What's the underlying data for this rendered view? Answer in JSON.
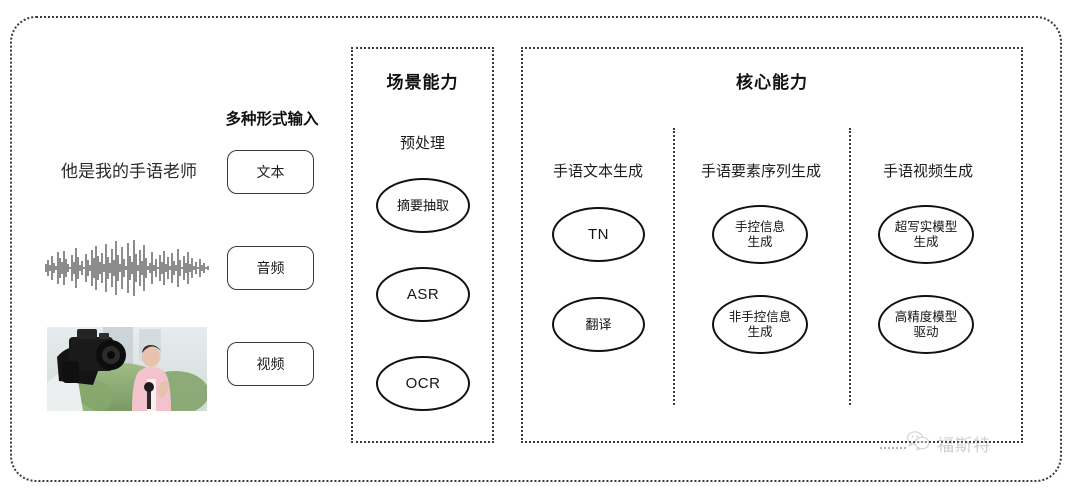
{
  "diagram": {
    "title_hidden": "",
    "input_section": {
      "heading": "多种形式输入",
      "sample_text": "他是我的手语老师",
      "modalities": [
        {
          "label": "文本",
          "icon": "text-icon"
        },
        {
          "label": "音频",
          "icon": "waveform-icon"
        },
        {
          "label": "视频",
          "icon": "video-thumbnail-icon"
        }
      ]
    },
    "scene_panel": {
      "title": "场景能力",
      "subtitle": "预处理",
      "nodes": [
        {
          "label": "摘要抽取"
        },
        {
          "label": "ASR"
        },
        {
          "label": "OCR"
        }
      ]
    },
    "core_panel": {
      "title": "核心能力",
      "columns": [
        {
          "header": "手语文本生成",
          "nodes": [
            {
              "label": "TN",
              "latin": true
            },
            {
              "label": "翻译",
              "latin": false
            }
          ]
        },
        {
          "header": "手语要素序列生成",
          "nodes": [
            {
              "label": "手控信息\n生成",
              "latin": false
            },
            {
              "label": "非手控信息\n生成",
              "latin": false
            }
          ]
        },
        {
          "header": "手语视频生成",
          "nodes": [
            {
              "label": "超写实模型\n生成",
              "latin": false
            },
            {
              "label": "高精度模型\n驱动",
              "latin": false
            }
          ]
        }
      ]
    },
    "watermark": {
      "icon": "wechat-icon",
      "text": "福斯特"
    },
    "colors": {
      "stroke": "#111111",
      "dotted_border": "#3b3b3b",
      "text": "#1c1c1c",
      "watermark": "#8d8d8d",
      "background": "#ffffff"
    }
  }
}
